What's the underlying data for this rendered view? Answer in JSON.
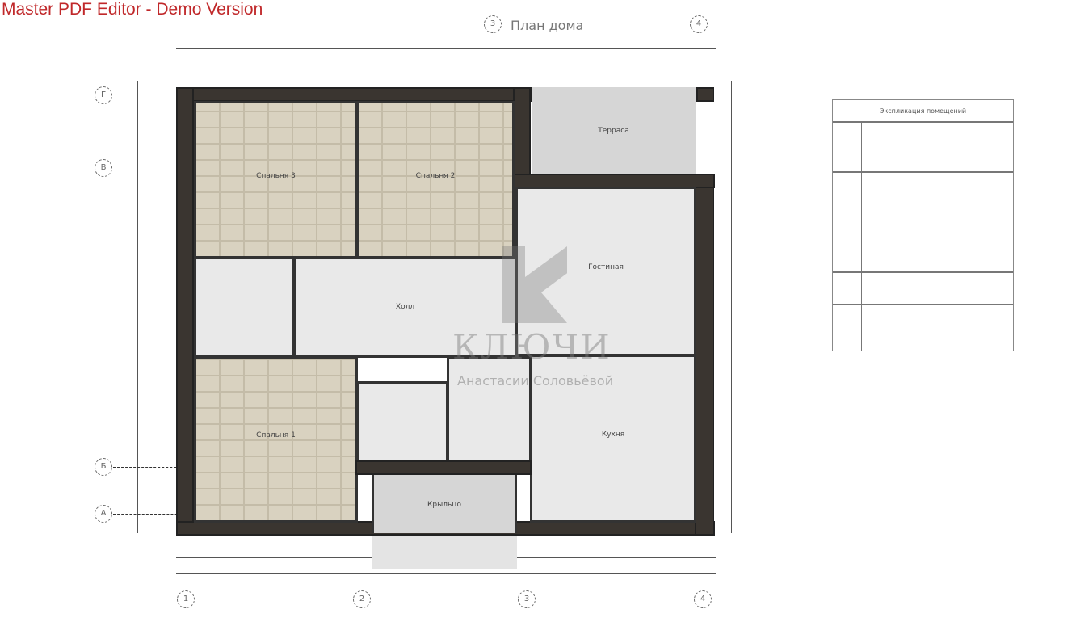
{
  "app_title": "Master PDF Editor - Demo Version",
  "plan_title": "План дома",
  "watermark": {
    "brand": "КЛЮЧИ",
    "subtitle": "Анастасии Соловьёвой"
  },
  "rooms": {
    "terrace": "Терраса",
    "living": "Гостиная",
    "kitchen": "Кухня",
    "bedroom1": "Спальня 1",
    "bedroom2": "Спальня 2",
    "bedroom3": "Спальня 3",
    "hall": "Холл",
    "porch": "Крыльцо"
  },
  "axes": {
    "a": "А",
    "b": "Б",
    "v": "В",
    "g": "Г",
    "n1": "1",
    "n2": "2",
    "n3": "3",
    "n4": "4"
  },
  "legend_title": "Экспликация помещений"
}
